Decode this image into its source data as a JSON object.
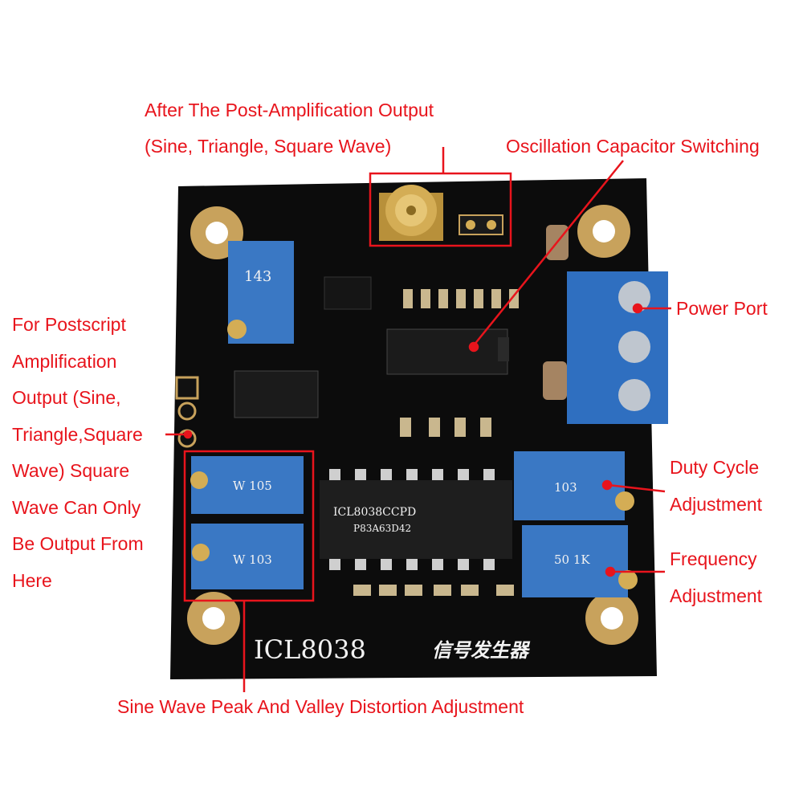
{
  "annotations": {
    "post_amp_output": {
      "line1": "After The Post-Amplification Output",
      "line2": "(Sine, Triangle, Square Wave)"
    },
    "osc_cap_switching": "Oscillation Capacitor Switching",
    "power_port": "Power Port",
    "postscript_amp": {
      "lines": [
        "For Postscript",
        "Amplification",
        "Output (Sine,",
        "Triangle,Square",
        "Wave) Square",
        "Wave Can Only",
        "Be Output From",
        "Here"
      ]
    },
    "duty_cycle": {
      "line1": "Duty Cycle",
      "line2": "Adjustment"
    },
    "frequency": {
      "line1": "Frequency",
      "line2": "Adjustment"
    },
    "sine_distortion": "Sine Wave Peak And Valley Distortion Adjustment"
  },
  "board": {
    "model": "ICL8038",
    "name_cn": "信号发生器",
    "ic_marking_1": "ICL8038CCPD",
    "ic_marking_2": "P83A63D42",
    "pot_top_marking": "143",
    "pot_left_top_marking": "W 105",
    "pot_left_bottom_marking": "W 103",
    "pot_right_top_marking": "103",
    "pot_right_bottom_marking": "50 1K"
  },
  "colors": {
    "annotation_red": "#e8141c",
    "pcb_black": "#0c0c0c",
    "pot_blue": "#3a78c4",
    "terminal_blue": "#2f6fc0",
    "sma_gold": "#c9a24a"
  }
}
